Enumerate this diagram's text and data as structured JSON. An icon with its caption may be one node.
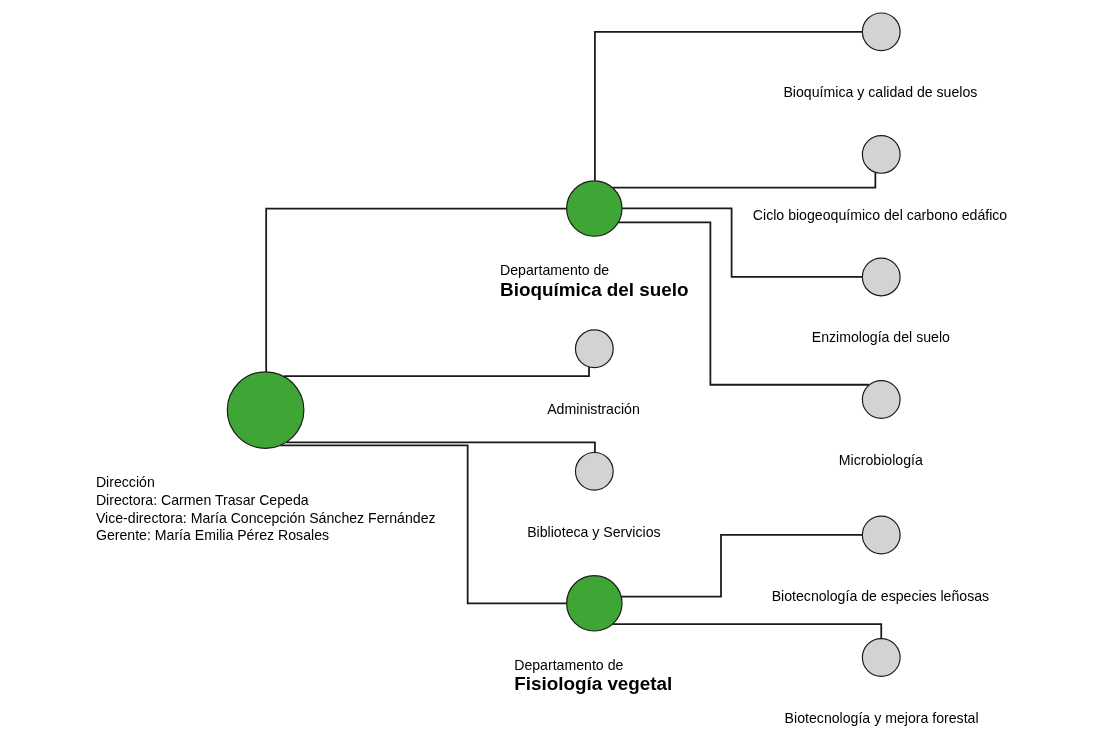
{
  "diagram": {
    "nodes": [
      {
        "text": [],
        "shape": "circle",
        "beside": [
          "Dirección",
          "Directora: Carmen Trasar Cepeda",
          "Vice-directora: María Concepción Sánchez Fernández",
          "Gerente: María Emilia Pérez Rosales"
        ]
      },
      {
        "text": [],
        "shape": "circle",
        "beside": [
          "Departamento de",
          "**Bioquímica del suelo**"
        ]
      },
      {
        "text": [],
        "shape": "circle",
        "beside": [
          "Bioquímica y calidad de suelos"
        ]
      },
      {
        "text": [],
        "shape": "circle",
        "beside": [
          "Ciclo biogeoquímico del carbono edáfico"
        ]
      },
      {
        "text": [],
        "shape": "circle",
        "beside": [
          "Administración"
        ]
      },
      {
        "text": [],
        "shape": "circle",
        "beside": [
          "Enzimología del suelo"
        ]
      },
      {
        "text": [],
        "shape": "circle",
        "beside": [
          "Biblioteca y Servicios"
        ]
      },
      {
        "text": [],
        "shape": "circle",
        "beside": [
          "Microbiología"
        ]
      },
      {
        "text": [],
        "shape": "circle",
        "beside": [
          "Departamento de",
          "**Fisiología vegetal**"
        ]
      },
      {
        "text": [],
        "shape": "circle",
        "beside": [
          "Biotecnología de especies leñosas"
        ]
      },
      {
        "text": [],
        "shape": "circle",
        "beside": [
          "Biotecnología y mejora forestal"
        ]
      }
    ],
    "edges": [
      {
        "from": 0,
        "to": 1,
        "arrow": "none"
      },
      {
        "from": 0,
        "to": 4,
        "arrow": "none"
      },
      {
        "from": 0,
        "to": 6,
        "arrow": "none"
      },
      {
        "from": 0,
        "to": 8,
        "arrow": "none"
      },
      {
        "from": 1,
        "to": 2,
        "arrow": "none"
      },
      {
        "from": 1,
        "to": 3,
        "arrow": "none"
      },
      {
        "from": 1,
        "to": 5,
        "arrow": "none"
      },
      {
        "from": 1,
        "to": 7,
        "arrow": "none"
      },
      {
        "from": 8,
        "to": 9,
        "arrow": "none"
      },
      {
        "from": 8,
        "to": 10,
        "arrow": "none"
      }
    ]
  }
}
